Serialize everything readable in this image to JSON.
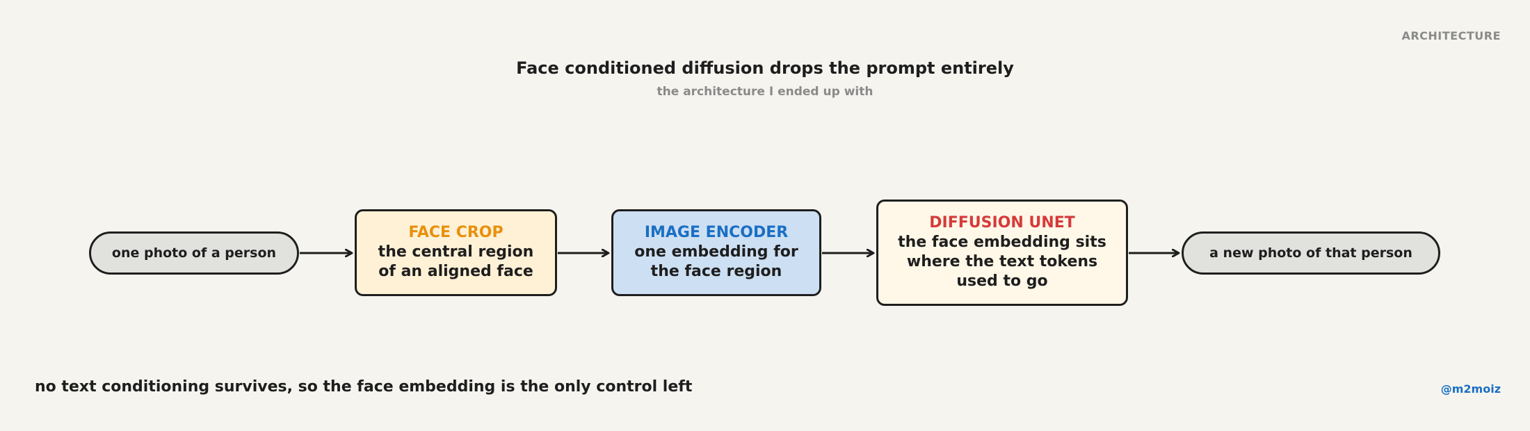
{
  "corner_label": "ARCHITECTURE",
  "title": "Face conditioned diffusion drops the prompt entirely",
  "subtitle": "the architecture I ended up with",
  "colors": {
    "background": "#f5f4ef",
    "stroke": "#1e1e1e",
    "face_crop_heading": "#e8900c",
    "image_encoder_heading": "#1a6fc4",
    "diffusion_unet_heading": "#d63a3a",
    "handle": "#1a6fc4",
    "muted_text": "#8a8a8a"
  },
  "nodes": {
    "input": {
      "label": "one photo of a person"
    },
    "face_crop": {
      "heading": "FACE CROP",
      "lines": [
        "the central region",
        "of an aligned face"
      ]
    },
    "image_encoder": {
      "heading": "IMAGE ENCODER",
      "lines": [
        "one embedding for",
        "the face region"
      ]
    },
    "diffusion_unet": {
      "heading": "DIFFUSION UNET",
      "lines": [
        "the face embedding sits",
        "where the text tokens",
        "used to go"
      ]
    },
    "output": {
      "label": "a new photo of that person"
    }
  },
  "footer_note": "no text conditioning survives, so the face embedding is the only control left",
  "handle": "@m2moiz"
}
